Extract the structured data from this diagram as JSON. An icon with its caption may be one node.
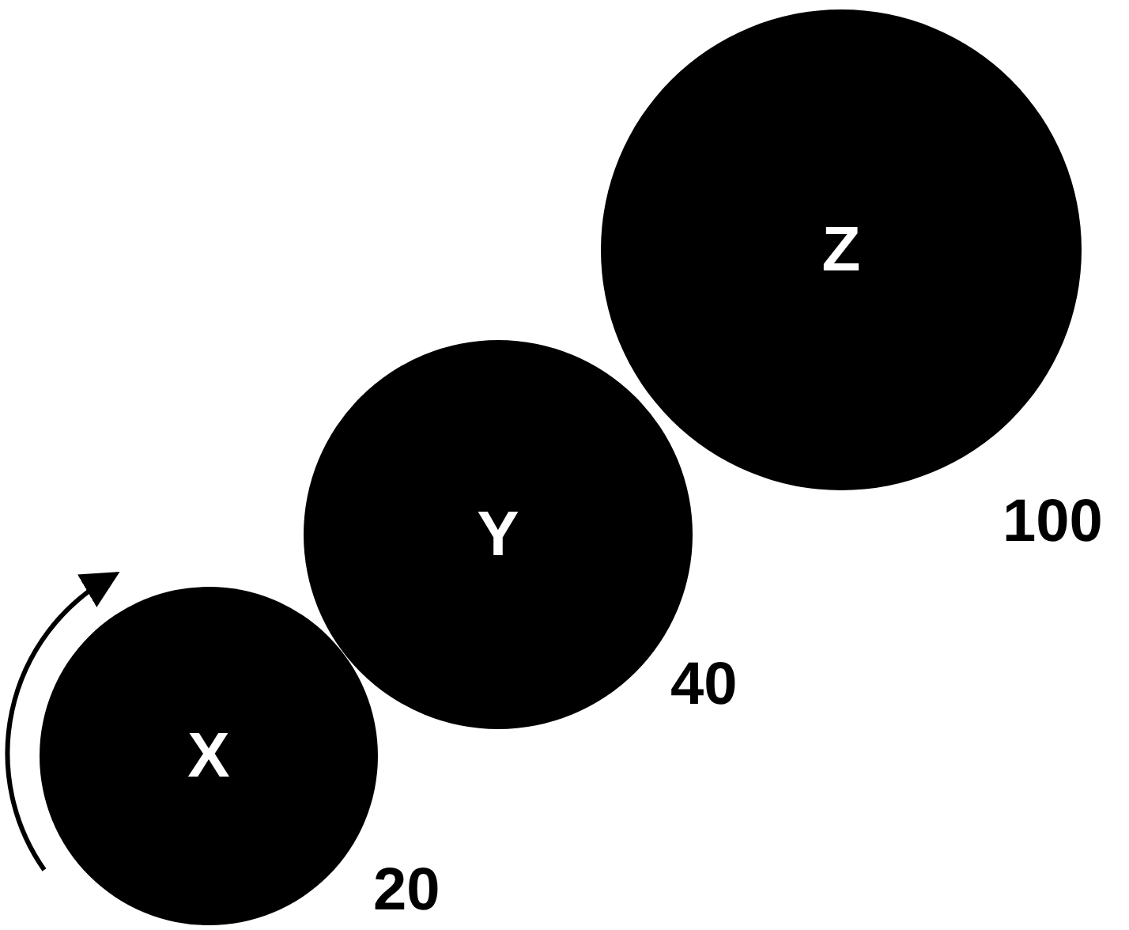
{
  "diagram": {
    "nodes": [
      {
        "text": [
          "X"
        ],
        "beside": [
          "20"
        ]
      },
      {
        "text": [
          "Y"
        ],
        "beside": [
          "40"
        ]
      },
      {
        "text": [
          "Z"
        ],
        "beside": [
          "100"
        ]
      }
    ]
  }
}
